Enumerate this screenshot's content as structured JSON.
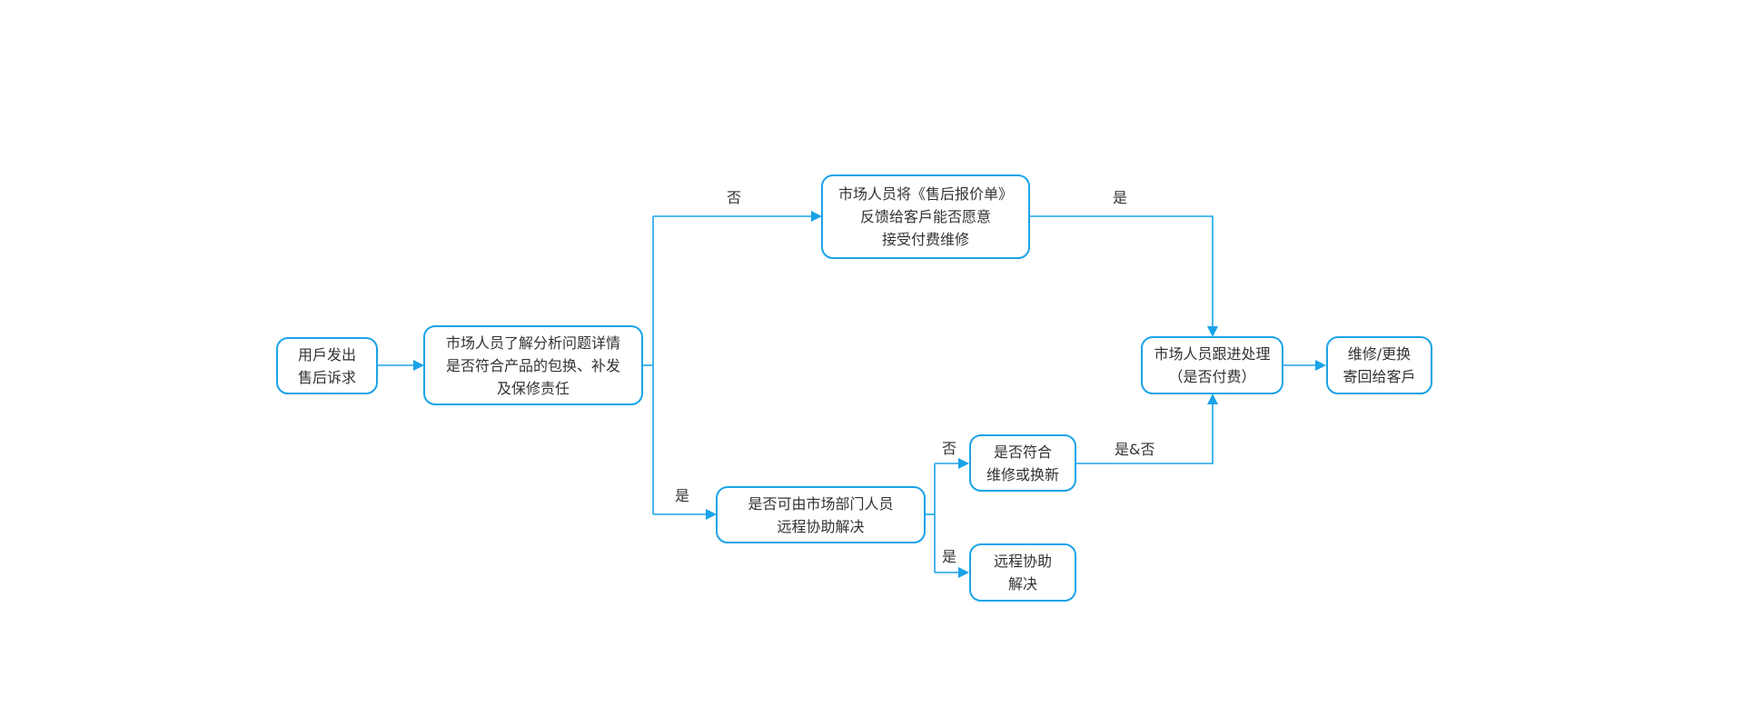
{
  "colors": {
    "accent": "#1aa3e8",
    "text": "#333333",
    "background": "#ffffff"
  },
  "nodes": {
    "request": {
      "text": "用戶发出\n售后诉求"
    },
    "analyze": {
      "text": "市场人员了解分析问题详情\n是否符合产品的包换、补发\n及保修责任"
    },
    "quote": {
      "text": "市场人员将《售后报价单》\n反馈给客戶能否愿意\n接受付费维修"
    },
    "remote_check": {
      "text": "是否可由市场部门人员\n远程协助解决"
    },
    "repair_check": {
      "text": "是否符合\n维修或换新"
    },
    "remote_solve": {
      "text": "远程协助\n解决"
    },
    "followup": {
      "text": "市场人员跟进处理\n（是否付费）"
    },
    "ship_back": {
      "text": "维修/更换\n寄回给客戶"
    }
  },
  "edge_labels": {
    "analyze_no": "否",
    "analyze_yes": "是",
    "quote_yes": "是",
    "remote_no": "否",
    "remote_yes": "是",
    "repair_both": "是&否"
  }
}
